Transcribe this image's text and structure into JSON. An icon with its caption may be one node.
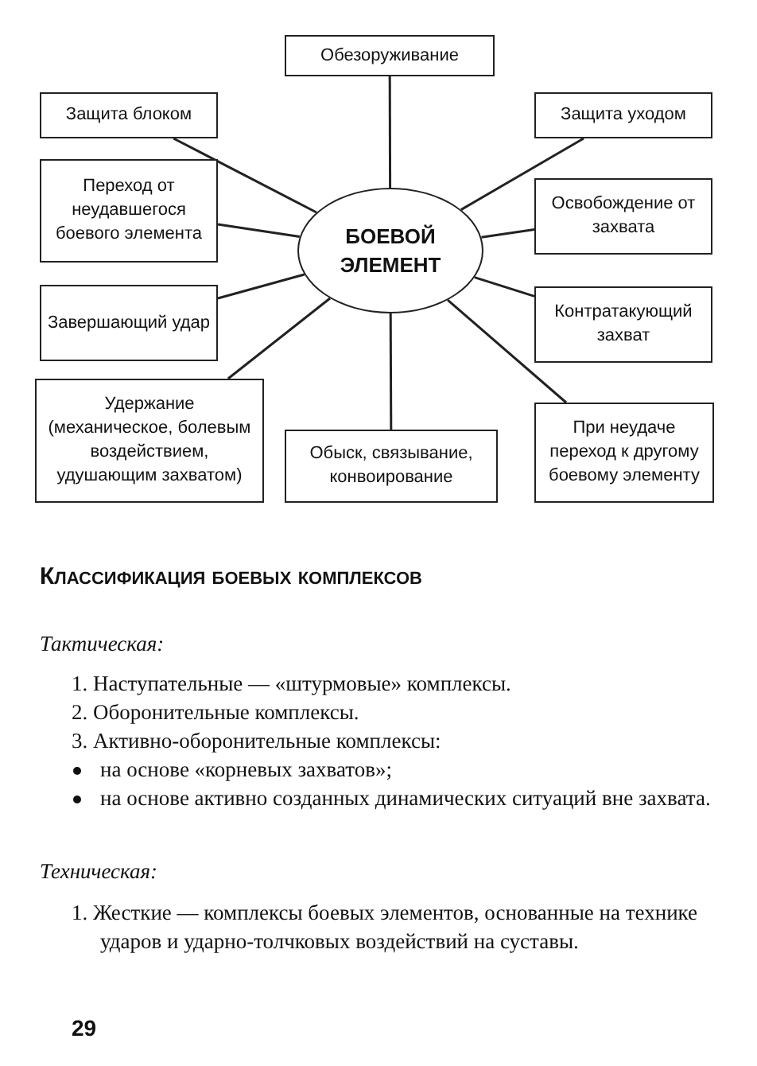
{
  "diagram": {
    "title": "Классификация боевых комплексов",
    "nodes": [
      {
        "text": [
          "Обезоруживание"
        ]
      },
      {
        "text": [
          "Защита блоком"
        ]
      },
      {
        "text": [
          "Защита уходом"
        ]
      },
      {
        "text": [
          "Переход от неудавшегося боевого элемента"
        ]
      },
      {
        "text": [
          "БОЕВОЙ ЭЛЕМЕНТ"
        ]
      },
      {
        "text": [
          "Освобождение от захвата"
        ]
      },
      {
        "text": [
          "Завершающий удар"
        ]
      },
      {
        "text": [
          "Контратакующий захват"
        ]
      },
      {
        "text": [
          "Удержание (механическое, болевым воздействием, удушающим захватом)"
        ]
      },
      {
        "text": [
          "Обыск, связывание, конвоирование"
        ]
      },
      {
        "text": [
          "При неудаче переход к другому боевому элементу"
        ]
      }
    ],
    "edges": [
      {
        "from": 4,
        "to": 0,
        "arrow": "none"
      },
      {
        "from": 4,
        "to": 1,
        "arrow": "none"
      },
      {
        "from": 4,
        "to": 2,
        "arrow": "none"
      },
      {
        "from": 4,
        "to": 3,
        "arrow": "none"
      },
      {
        "from": 4,
        "to": 5,
        "arrow": "none"
      },
      {
        "from": 4,
        "to": 6,
        "arrow": "none"
      },
      {
        "from": 4,
        "to": 7,
        "arrow": "none"
      },
      {
        "from": 4,
        "to": 8,
        "arrow": "none"
      },
      {
        "from": 4,
        "to": 9,
        "arrow": "none"
      },
      {
        "from": 4,
        "to": 10,
        "arrow": "none"
      }
    ],
    "labels": [
      "Тактическая:",
      "1. Наступательные — «штурмовые» комплексы.",
      "2. Оборонительные комплексы.",
      "3. Активно-оборонительные комплексы:",
      "на основе «корневых захватов»;",
      "на основе активно созданных динамических ситуаций вне захвата.",
      "Техническая:",
      "1. Жесткие — комплексы боевых элементов, основанные на технике ударов и ударно-толчковых воздействий на суставы.",
      "29"
    ]
  }
}
